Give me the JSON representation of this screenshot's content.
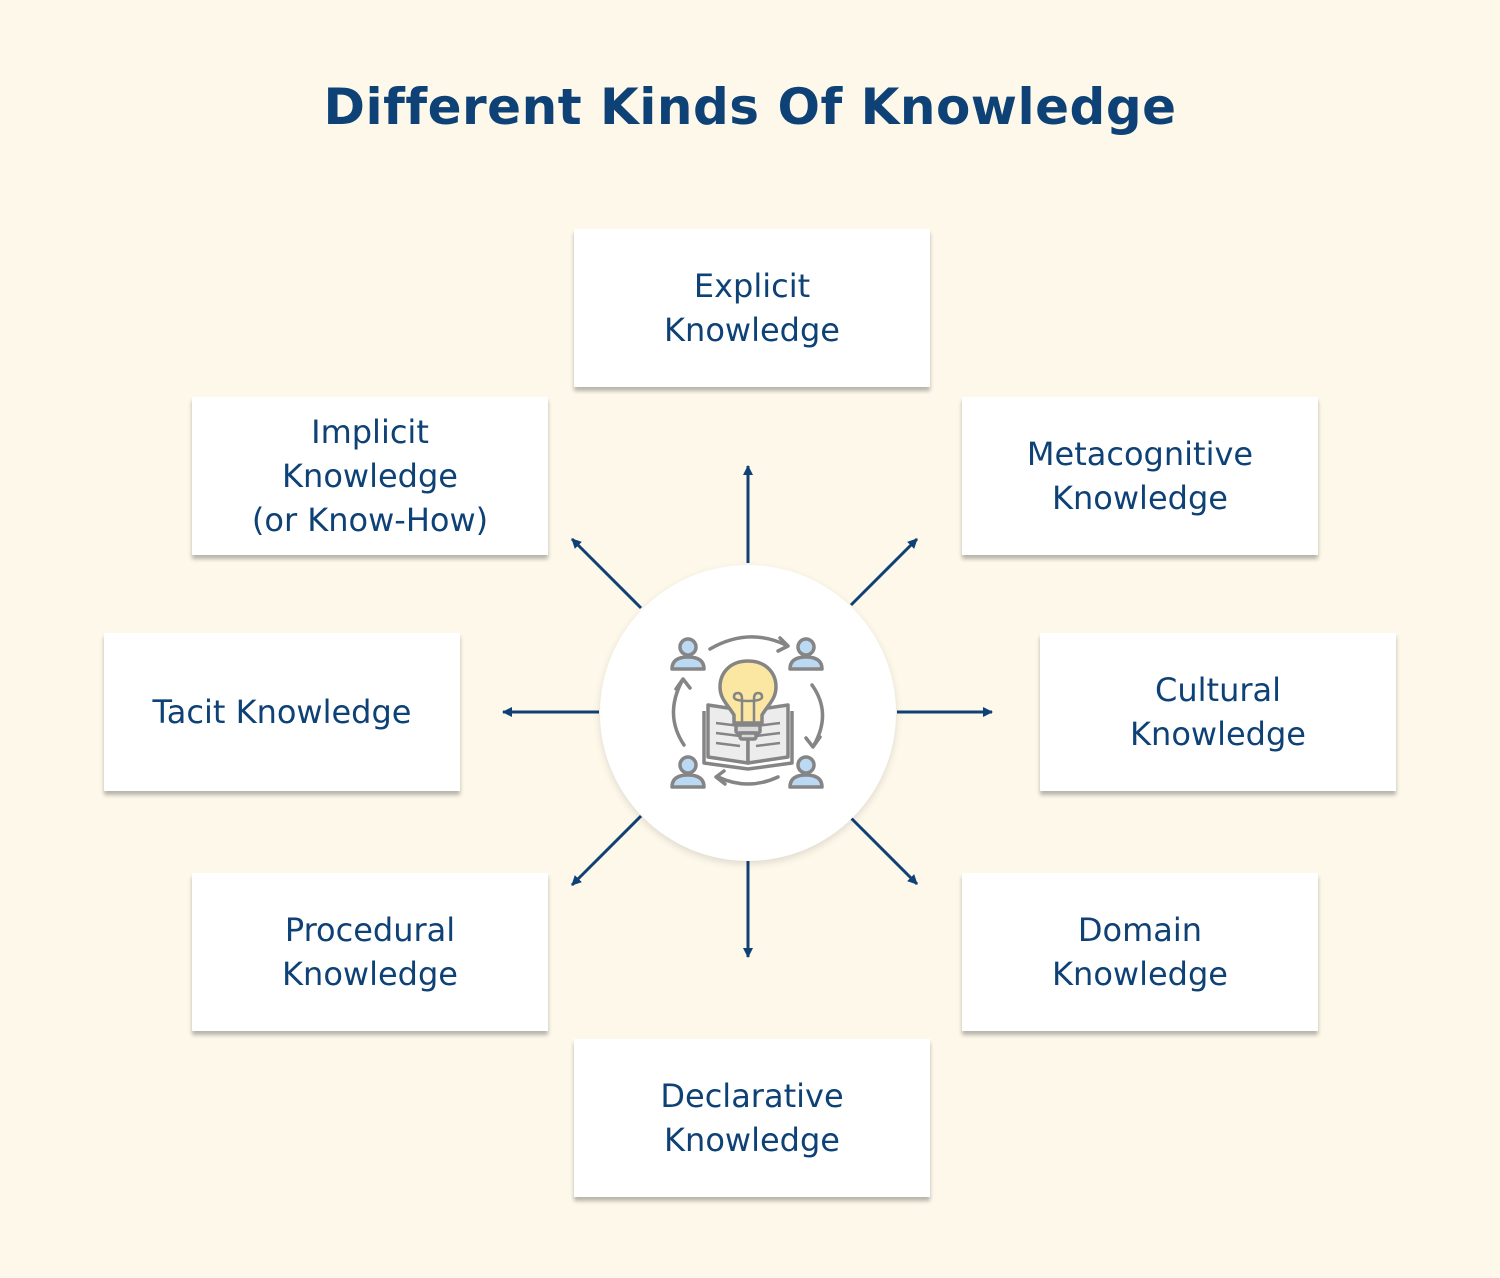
{
  "title": "Different Kinds Of Knowledge",
  "hub_icon": "knowledge-sharing-icon",
  "colors": {
    "background": "#fdf8ea",
    "accent": "#0e4176",
    "card": "#ffffff",
    "bulb": "#fbe6a2",
    "person": "#bcd9f3",
    "icon_outline": "#858585"
  },
  "nodes": {
    "explicit": "Explicit\nKnowledge",
    "metacognitive": "Metacognitive\nKnowledge",
    "cultural": "Cultural\nKnowledge",
    "domain": "Domain\nKnowledge",
    "declarative": "Declarative\nKnowledge",
    "procedural": "Procedural\nKnowledge",
    "tacit": "Tacit Knowledge",
    "implicit": "Implicit\nKnowledge\n(or Know-How)"
  }
}
